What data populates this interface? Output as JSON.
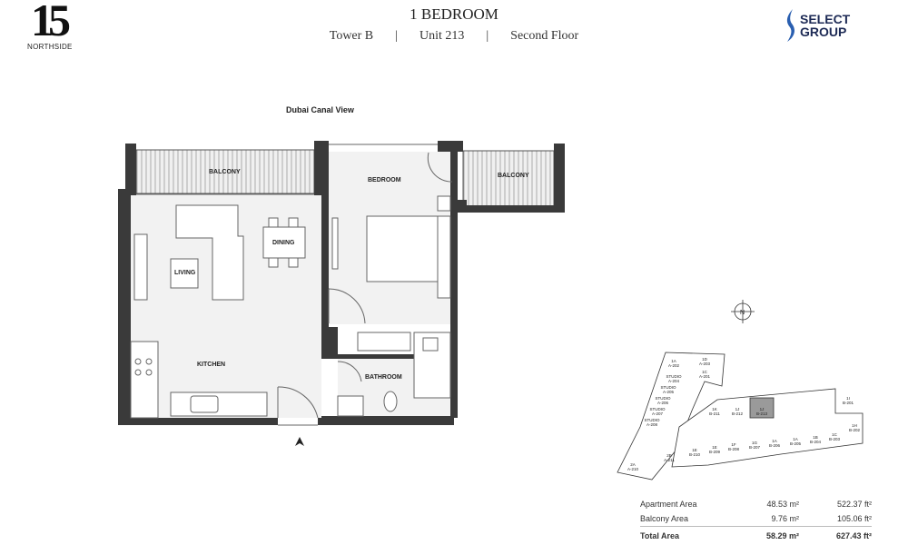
{
  "brand": {
    "logo_number": "15",
    "logo_name": "NORTHSIDE",
    "developer_line1": "SELECT",
    "developer_line2": "GROUP"
  },
  "header": {
    "title": "1 BEDROOM",
    "tower": "Tower B",
    "separator": "|",
    "unit": "Unit 213",
    "floor": "Second Floor"
  },
  "plan": {
    "view_label": "Dubai Canal View",
    "rooms": {
      "balcony_left": "BALCONY",
      "balcony_right": "BALCONY",
      "bedroom": "BEDROOM",
      "dining": "DINING",
      "living": "LIVING",
      "kitchen": "KITCHEN",
      "bathroom": "BATHROOM"
    },
    "compass": "N",
    "entrance_icon": "entrance-arrow-icon"
  },
  "key_plan": {
    "highlighted_unit": "B-213",
    "highlight_color": "#9a9a9a",
    "units": [
      {
        "type": "1A",
        "code": "A-202"
      },
      {
        "type": "1D",
        "code": "A-203"
      },
      {
        "type": "1C",
        "code": "A-201"
      },
      {
        "type": "STUDIO",
        "code": "A-204"
      },
      {
        "type": "STUDIO",
        "code": "A-205"
      },
      {
        "type": "STUDIO",
        "code": "A-206"
      },
      {
        "type": "STUDIO",
        "code": "A-207"
      },
      {
        "type": "STUDIO",
        "code": "A-208"
      },
      {
        "type": "2A",
        "code": "A-210"
      },
      {
        "type": "2B",
        "code": "A-211"
      },
      {
        "type": "1K",
        "code": "B-211"
      },
      {
        "type": "1J",
        "code": "B-212"
      },
      {
        "type": "1J",
        "code": "B-213"
      },
      {
        "type": "1I",
        "code": "B-201"
      },
      {
        "type": "1E",
        "code": "B-210"
      },
      {
        "type": "1E",
        "code": "B-209"
      },
      {
        "type": "1F",
        "code": "B-208"
      },
      {
        "type": "1G",
        "code": "B-207"
      },
      {
        "type": "1A",
        "code": "B-206"
      },
      {
        "type": "1A",
        "code": "B-205"
      },
      {
        "type": "1B",
        "code": "B-204"
      },
      {
        "type": "1C",
        "code": "B-203"
      },
      {
        "type": "1H",
        "code": "B-202"
      }
    ]
  },
  "areas": {
    "rows": [
      {
        "label": "Apartment Area",
        "sqm": "48.53 m²",
        "sqft": "522.37 ft²"
      },
      {
        "label": "Balcony Area",
        "sqm": "9.76 m²",
        "sqft": "105.06 ft²"
      }
    ],
    "total": {
      "label": "Total Area",
      "sqm": "58.29 m²",
      "sqft": "627.43 ft²"
    }
  }
}
